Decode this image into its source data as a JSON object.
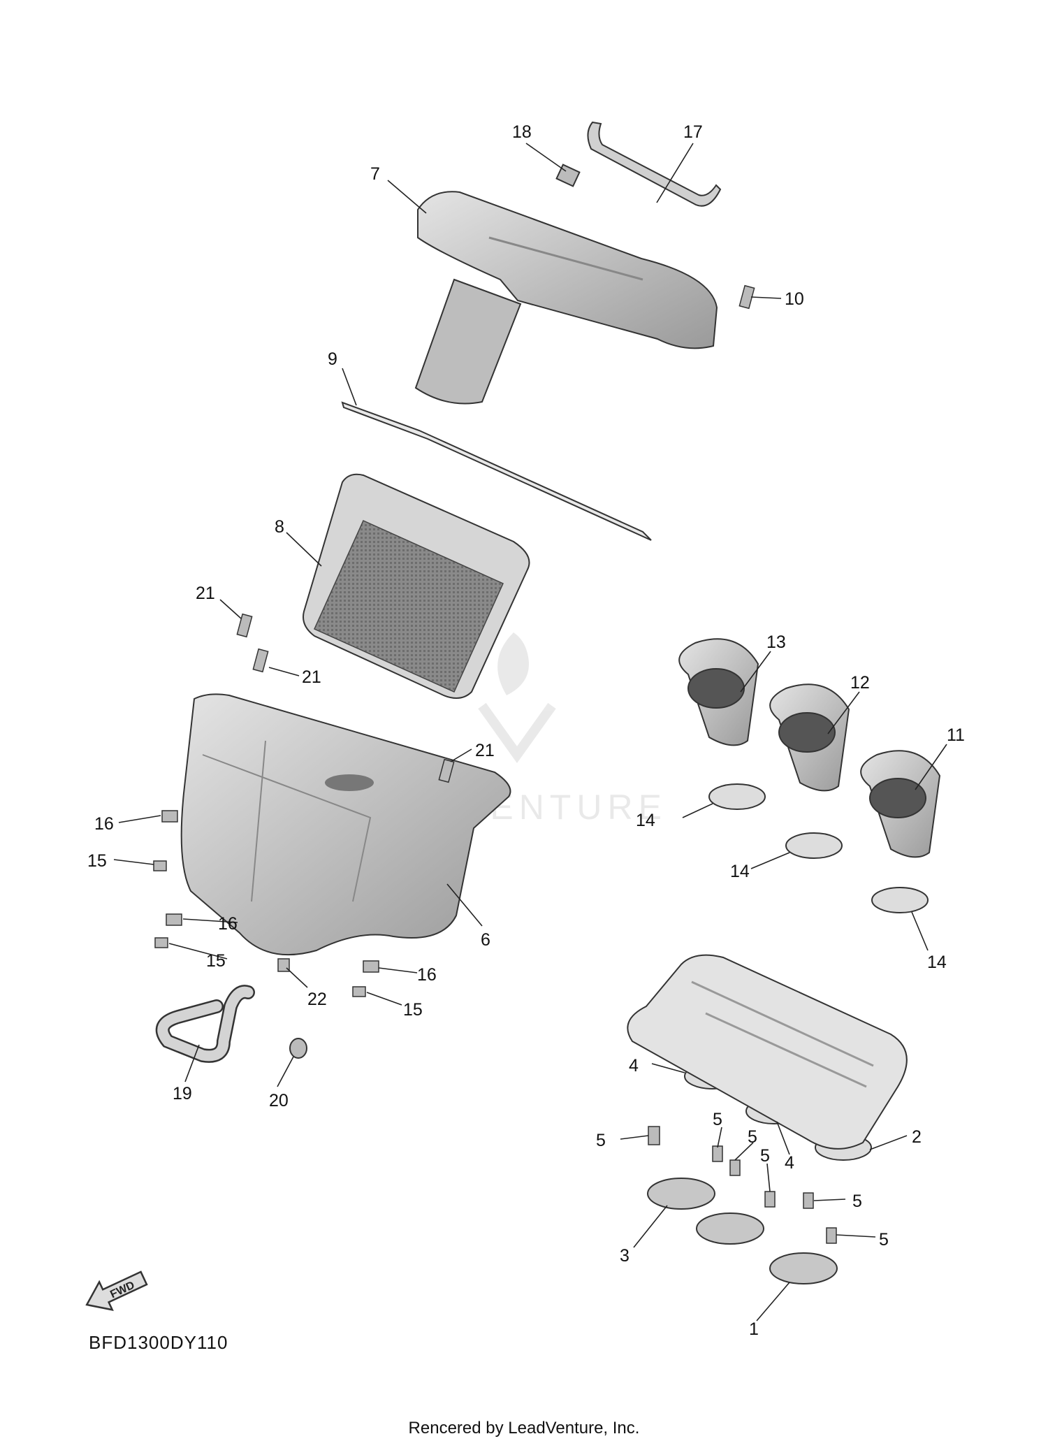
{
  "diagram": {
    "diagram_code": "BFD1300DY110",
    "footer_text": "Rencered by LeadVenture, Inc.",
    "fwd_label": "FWD",
    "watermark_text": "VENTURE",
    "callouts": [
      "18",
      "17",
      "7",
      "10",
      "9",
      "8",
      "21",
      "21",
      "21",
      "16",
      "15",
      "16",
      "15",
      "16",
      "15",
      "22",
      "6",
      "19",
      "20",
      "13",
      "12",
      "11",
      "14",
      "14",
      "14",
      "4",
      "2",
      "5",
      "5",
      "5",
      "5",
      "5",
      "5",
      "4",
      "3",
      "1"
    ]
  },
  "colors": {
    "part_fill": "#c9c9c9",
    "part_dark": "#8f8f8f",
    "filter_mesh": "#7a7a7a"
  }
}
